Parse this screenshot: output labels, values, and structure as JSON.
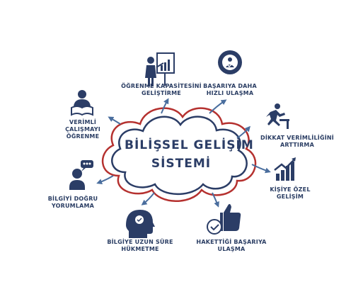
{
  "center": {
    "title_line1": "BİLİŞSEL GELİŞİM",
    "title_line2": "SİSTEMİ"
  },
  "nodes": [
    {
      "id": "capacity",
      "icon": "presentation-chart-icon",
      "line1": "ÖĞRENME KAPASİTESİNİ",
      "line2": "GELİŞTİRME"
    },
    {
      "id": "success",
      "icon": "target-user-icon",
      "line1": "BAŞARIYA DAHA",
      "line2": "HIZLI ULAŞMA"
    },
    {
      "id": "attention",
      "icon": "hurdle-runner-icon",
      "line1": "DİKKAT VERİMLİLİĞİNİ",
      "line2": "ARTTIRMA"
    },
    {
      "id": "personal",
      "icon": "growth-chart-icon",
      "line1": "KİŞİYE ÖZEL",
      "line2": "GELİŞİM"
    },
    {
      "id": "deserved",
      "icon": "thumbs-up-icon",
      "line1": "HAKETTİĞİ BAŞARIYA",
      "line2": "ULAŞMA"
    },
    {
      "id": "longterm",
      "icon": "head-check-icon",
      "line1": "BİLGİYE UZUN SÜRE",
      "line2": "HÜKMETME"
    },
    {
      "id": "interpret",
      "icon": "speech-person-icon",
      "line1": "BİLGİYİ DOĞRU",
      "line2": "YORUMLAMA"
    },
    {
      "id": "efficient",
      "icon": "reader-book-icon",
      "line1": "VERİMLİ",
      "line2": "ÇALIŞMAYI",
      "line3": "ÖĞRENME"
    }
  ],
  "colors": {
    "navy": "#2b3d66",
    "red": "#b5312f",
    "arrow": "#4a6e9e"
  }
}
